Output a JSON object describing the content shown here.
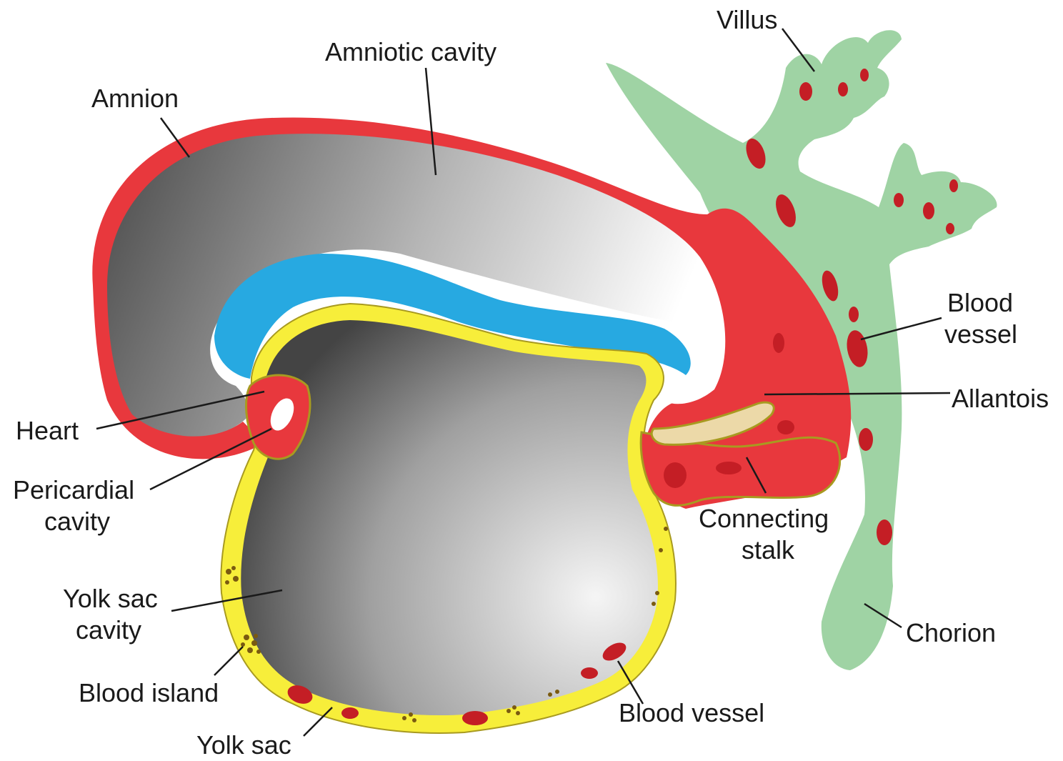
{
  "labels": {
    "villus": "Villus",
    "amniotic_cavity": "Amniotic cavity",
    "amnion": "Amnion",
    "blood_vessel_right_line1": "Blood",
    "blood_vessel_right_line2": "vessel",
    "allantois": "Allantois",
    "heart": "Heart",
    "pericardial_cavity_line1": "Pericardial",
    "pericardial_cavity_line2": "cavity",
    "connecting_stalk_line1": "Connecting",
    "connecting_stalk_line2": "stalk",
    "yolk_sac_cavity_line1": "Yolk sac",
    "yolk_sac_cavity_line2": "cavity",
    "chorion": "Chorion",
    "blood_island": "Blood island",
    "blood_vessel_bottom": "Blood vessel",
    "yolk_sac": "Yolk sac"
  },
  "colors": {
    "amnion": "#e8383d",
    "chorion": "#9fd3a4",
    "yolk_sac": "#f7ee3a",
    "embryonic_disc": "#27a9e1",
    "vessel": "#c41e25",
    "cavity_dark": "#555555",
    "cavity_light": "#f2f2f2"
  }
}
